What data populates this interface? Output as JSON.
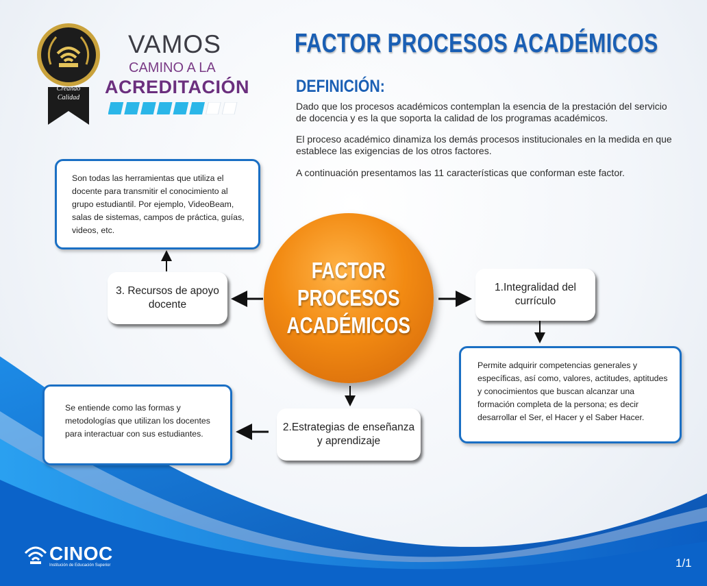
{
  "brand": {
    "vamos": "VAMOS",
    "camino": "CAMINO A LA",
    "acreditacion": "ACREDITACIÓN",
    "badge_line1": "Creando",
    "badge_line2": "Calidad",
    "progress_filled": 6,
    "progress_total": 8
  },
  "header": {
    "title": "FACTOR PROCESOS ACADÉMICOS",
    "definition_heading": "DEFINICIÓN:",
    "paragraphs": [
      "Dado que los procesos académicos contemplan la esencia de la prestación del servicio de docencia y  es la que soporta la calidad de los programas académicos.",
      "El proceso académico dinamiza los demás procesos institucionales en la medida en que establece las exigencias de los otros factores.",
      "A continuación presentamos las 11 características que conforman este factor."
    ]
  },
  "diagram": {
    "center": [
      "FACTOR",
      "PROCESOS",
      "ACADÉMICOS"
    ],
    "item1_label": "1.Integralidad del currículo",
    "item1_desc": "Permite adquirir competencias generales y específicas, así como, valores, actitudes, aptitudes y conocimientos que buscan alcanzar una formación completa de la persona; es decir desarrollar el Ser, el Hacer y el Saber Hacer.",
    "item2_label": "2.Estrategias de enseñanza y aprendizaje",
    "item2_desc": "Se entiende como las formas y metodologías que utilizan los docentes para interactuar con sus estudiantes.",
    "item3_label": "3. Recursos de apoyo docente",
    "item3_desc": "Son todas las herramientas que utiliza el docente para transmitir el conocimiento al grupo estudiantil. Por ejemplo, VideoBeam, salas de sistemas, campos de práctica, guías, videos, etc."
  },
  "footer": {
    "logo_name": "CINOC",
    "logo_sub": "Institución de Educación Superior",
    "page": "1/1"
  },
  "colors": {
    "title_blue": "#1a5fb4",
    "box_border": "#1a6fc4",
    "center_orange": "#f28a12",
    "wave_blue": "#0b63c9"
  }
}
